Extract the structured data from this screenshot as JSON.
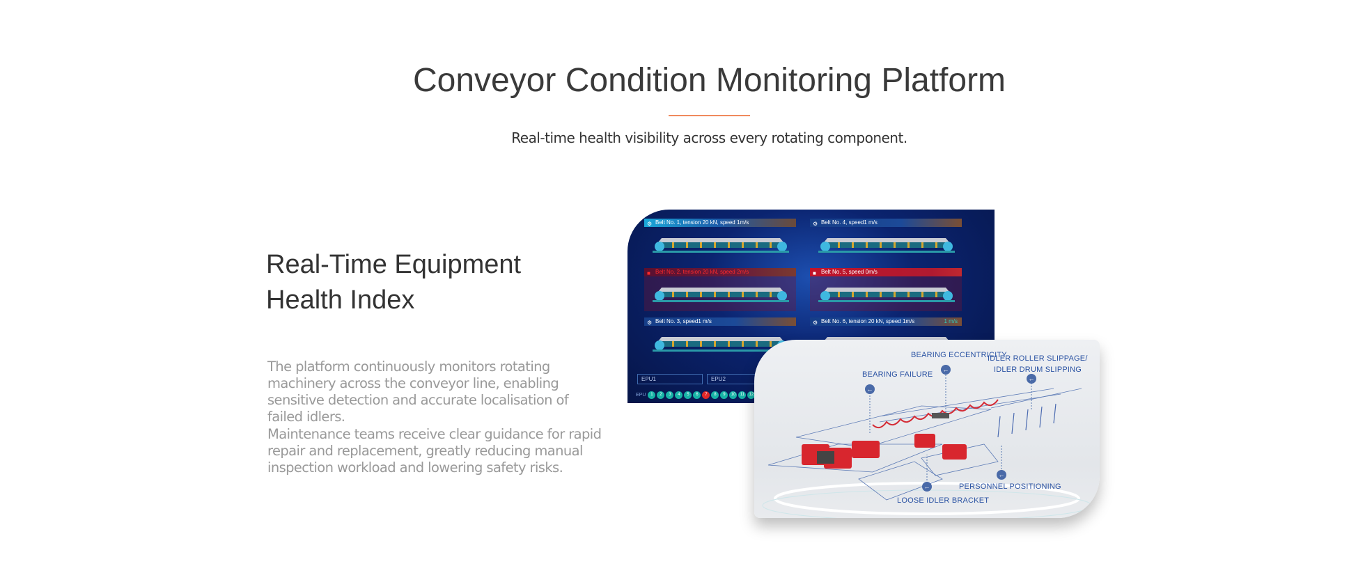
{
  "header": {
    "title": "Conveyor Condition Monitoring Platform",
    "subtitle": "Real-time health visibility across every rotating component.",
    "accent_color": "#f08a5d"
  },
  "section": {
    "heading": "Real-Time Equipment Health Index",
    "paragraphs": [
      "The platform continuously monitors rotating machinery across the conveyor line, enabling sensitive detection and accurate localisation of failed idlers.",
      "Maintenance teams receive clear guidance for rapid repair and replacement, greatly reducing manual inspection workload and lowering safety risks."
    ]
  },
  "dashboard": {
    "belts": [
      {
        "label": "Belt No. 1, tension 20 kN, speed 1m/s",
        "status": "normal"
      },
      {
        "label": "Belt No. 4, speed1 m/s",
        "status": "normal"
      },
      {
        "label": "Belt No. 2, tension 20 kN, speed 2m/s",
        "status": "alarm"
      },
      {
        "label": "Belt No. 5, speed 0m/s",
        "status": "alarm"
      },
      {
        "label": "Belt No. 3, speed1 m/s",
        "status": "normal"
      },
      {
        "label": "Belt No. 6, tension 20 kN, speed 1m/s",
        "status": "normal",
        "badge": "1 m/s"
      }
    ],
    "epu_boxes": [
      "EPU1",
      "EPU2"
    ],
    "epu_label": "EPU",
    "epu_dots": [
      "1",
      "2",
      "3",
      "4",
      "5",
      "6",
      "7",
      "8",
      "9",
      "10",
      "11",
      "12"
    ],
    "alarm_dot": "7"
  },
  "diagram": {
    "labels": {
      "bearing_eccentricity": "BEARING ECCENTRICITY",
      "idler_slip_1": "IDLER ROLLER SLIPPAGE/",
      "idler_slip_2": "IDLER DRUM SLIPPING",
      "bearing_failure": "BEARING FAILURE",
      "personnel": "PERSONNEL POSITIONING",
      "loose_bracket": "LOOSE IDLER BRACKET"
    }
  }
}
